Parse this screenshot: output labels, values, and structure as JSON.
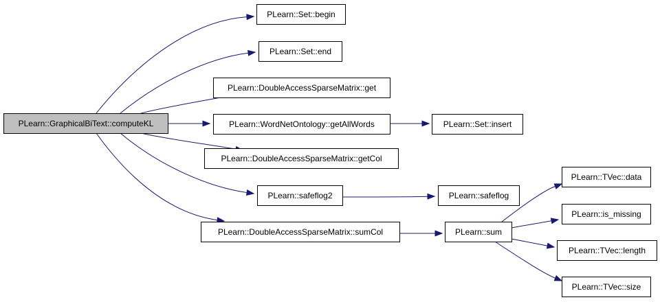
{
  "graph": {
    "colors": {
      "edge": "#191970",
      "root_fill": "#bfbfbf",
      "node_fill": "#ffffff",
      "node_border": "#000000"
    },
    "nodes": [
      {
        "id": "computeKL",
        "label": "PLearn::GraphicalBiText::computeKL",
        "root": true
      },
      {
        "id": "set_begin",
        "label": "PLearn::Set::begin"
      },
      {
        "id": "set_end",
        "label": "PLearn::Set::end"
      },
      {
        "id": "dasm_get",
        "label": "PLearn::DoubleAccessSparseMatrix::get"
      },
      {
        "id": "wno_getAllWords",
        "label": "PLearn::WordNetOntology::getAllWords"
      },
      {
        "id": "set_insert",
        "label": "PLearn::Set::insert"
      },
      {
        "id": "dasm_getCol",
        "label": "PLearn::DoubleAccessSparseMatrix::getCol"
      },
      {
        "id": "safeflog2",
        "label": "PLearn::safeflog2"
      },
      {
        "id": "safeflog",
        "label": "PLearn::safeflog"
      },
      {
        "id": "dasm_sumCol",
        "label": "PLearn::DoubleAccessSparseMatrix::sumCol"
      },
      {
        "id": "sum",
        "label": "PLearn::sum"
      },
      {
        "id": "tvec_data",
        "label": "PLearn::TVec::data"
      },
      {
        "id": "is_missing",
        "label": "PLearn::is_missing"
      },
      {
        "id": "tvec_length",
        "label": "PLearn::TVec::length"
      },
      {
        "id": "tvec_size",
        "label": "PLearn::TVec::size"
      }
    ],
    "edges": [
      {
        "from": "computeKL",
        "to": "set_begin"
      },
      {
        "from": "computeKL",
        "to": "set_end"
      },
      {
        "from": "computeKL",
        "to": "dasm_get"
      },
      {
        "from": "computeKL",
        "to": "wno_getAllWords"
      },
      {
        "from": "computeKL",
        "to": "dasm_getCol"
      },
      {
        "from": "computeKL",
        "to": "safeflog2"
      },
      {
        "from": "computeKL",
        "to": "dasm_sumCol"
      },
      {
        "from": "wno_getAllWords",
        "to": "set_insert"
      },
      {
        "from": "safeflog2",
        "to": "safeflog"
      },
      {
        "from": "dasm_sumCol",
        "to": "sum"
      },
      {
        "from": "sum",
        "to": "tvec_data"
      },
      {
        "from": "sum",
        "to": "is_missing"
      },
      {
        "from": "sum",
        "to": "tvec_length"
      },
      {
        "from": "sum",
        "to": "tvec_size"
      }
    ]
  }
}
